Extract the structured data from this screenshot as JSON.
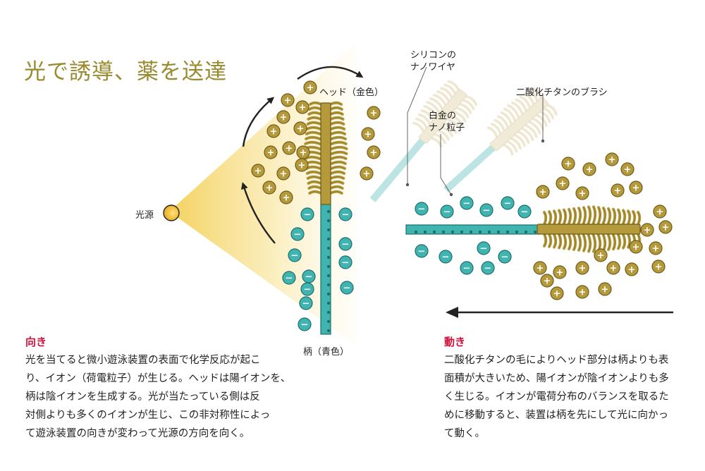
{
  "title": "光で誘導、薬を送達",
  "labels": {
    "light_source": "光源",
    "head_gold": "ヘッド（金色）",
    "handle_blue": "柄（青色）",
    "silicon_nanowire": [
      "シリコンの",
      "ナノワイヤ"
    ],
    "platinum_nanoparticle": [
      "白金の",
      "ナノ粒子"
    ],
    "titania_brush": "二酸化チタンのブラシ"
  },
  "orientation": {
    "heading": "向き",
    "lines": [
      "光を当てると微小遊泳装置の表面で化学反応が起こ",
      "り、イオン（荷電粒子）が生じる。ヘッドは陽イオンを、",
      "柄は陰イオンを生成する。光が当たっている側は反",
      "対側よりも多くのイオンが生じ、この非対称性によっ",
      "て遊泳装置の向きが変わって光源の方向を向く。"
    ]
  },
  "motion": {
    "heading": "動き",
    "lines": [
      "二酸化チタンの毛によりヘッド部分は柄よりも表",
      "面積が大きいため、陽イオンが陰イオンよりも多",
      "く生じる。イオンが電荷分布のバランスを取るた",
      "めに移動すると、装置は柄を先にして光に向かっ",
      "て動く。"
    ]
  },
  "icons": {
    "positive_ion": "+",
    "negative_ion": "−",
    "light_source": "light-source-icon",
    "arrow": "arrow-icon"
  },
  "colors": {
    "title": "#9a8a2e",
    "gold": "#b59a3c",
    "gold_dark": "#6e5a18",
    "teal": "#3fb4b0",
    "teal_dark": "#1e6d6a",
    "heading_red": "#d0103a",
    "light_beam": "#f7e08a"
  }
}
